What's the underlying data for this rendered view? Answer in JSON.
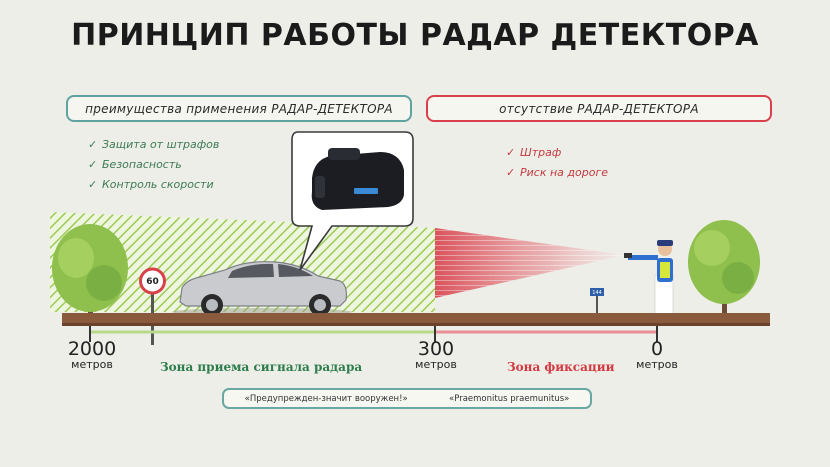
{
  "title": "ПРИНЦИП РАБОТЫ РАДАР ДЕТЕКТОРА",
  "advantages": {
    "header": "преимущества применения РАДАР-ДЕТЕКТОРА",
    "items": [
      "Защита от штрафов",
      "Безопасность",
      "Контроль скорости"
    ],
    "color": "#5fa2a0"
  },
  "absence": {
    "header": "отсутствие РАДАР-ДЕТЕКТОРА",
    "items": [
      "Штраф",
      "Риск на дороге"
    ],
    "color": "#d8414c"
  },
  "speed_sign": "60",
  "post_sign": "144",
  "distances": [
    {
      "value": "2000",
      "unit": "метров"
    },
    {
      "value": "300",
      "unit": "метров"
    },
    {
      "value": "0",
      "unit": "метров"
    }
  ],
  "zones": {
    "reception": "Зона приема сигнала радара",
    "fixation": "Зона фиксации"
  },
  "quotes": {
    "left": "«Предупрежден-значит вооружен!»",
    "right": "«Praemonitus praemunitus»"
  },
  "icons": {
    "check": "✓",
    "detector": "radar-detector-icon",
    "car": "car-icon",
    "officer": "police-officer-icon",
    "tree": "tree-icon"
  },
  "colors": {
    "green_zone": "#9ccb55",
    "red_zone": "#d8414c",
    "road": "#8a5a3c"
  }
}
